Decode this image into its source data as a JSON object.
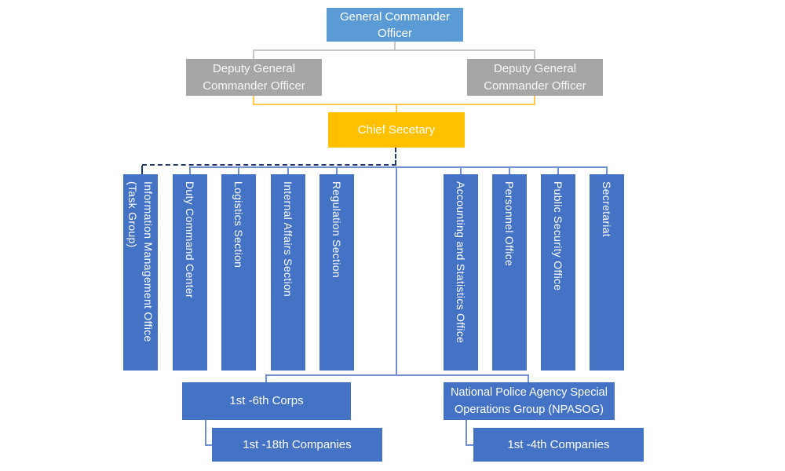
{
  "title": "Police organization chart",
  "colors": {
    "root_blue": "#5B9BD5",
    "deputy_gray": "#A6A6A6",
    "chief_gold": "#FFC000",
    "unit_blue": "#4472C4",
    "connector_blue": "#7090D0",
    "connector_gray": "#C9C9C9",
    "connector_gold": "#FFC94D",
    "connector_dashed_navy": "#1F3864",
    "node_text": "#FFFFFF"
  },
  "org": {
    "root": {
      "label": "General Commander Officer"
    },
    "deputy_left": {
      "label": "Deputy General Commander Officer"
    },
    "deputy_right": {
      "label": "Deputy General Commander Officer"
    },
    "chief": {
      "label": "Chief Secetary"
    },
    "left_departments": [
      {
        "label": "Information Management Office\n(Task Group)"
      },
      {
        "label": "Duty Command Center"
      },
      {
        "label": "Logistics Section"
      },
      {
        "label": "Internal Affairs Section"
      },
      {
        "label": "Regulation Section"
      }
    ],
    "right_departments": [
      {
        "label": "Accounting and Statistics Office"
      },
      {
        "label": "Personnel Office"
      },
      {
        "label": "Public Security Office"
      },
      {
        "label": "Secretariat"
      }
    ],
    "field_left": {
      "label": "1st -6th Corps"
    },
    "field_left_sub": {
      "label": "1st -18th Companies"
    },
    "field_right": {
      "label": "National Police Agency Special Operations Group (NPASOG)"
    },
    "field_right_sub": {
      "label": "1st -4th Companies"
    }
  }
}
